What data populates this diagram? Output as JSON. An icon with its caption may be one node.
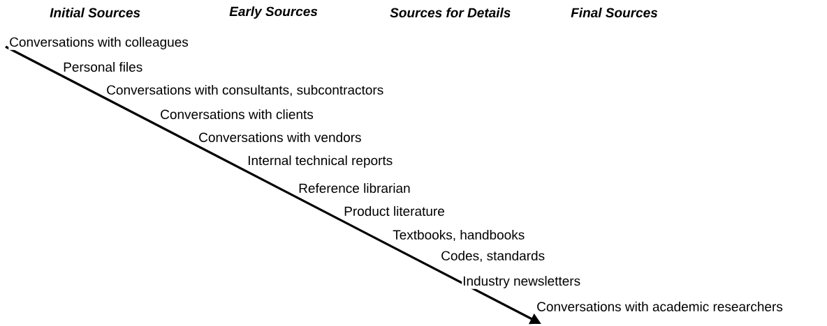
{
  "diagram": {
    "labels": [
      "Initial Sources",
      "Early Sources",
      "Sources for Details",
      "Final Sources",
      "Conversations with colleagues",
      "Personal files",
      "Conversations with consultants, subcontractors",
      "Conversations with clients",
      "Conversations with vendors",
      "Internal technical reports",
      "Reference librarian",
      "Product literature",
      "Textbooks, handbooks",
      "Codes, standards",
      "Industry newsletters",
      "Conversations with academic researchers"
    ]
  }
}
